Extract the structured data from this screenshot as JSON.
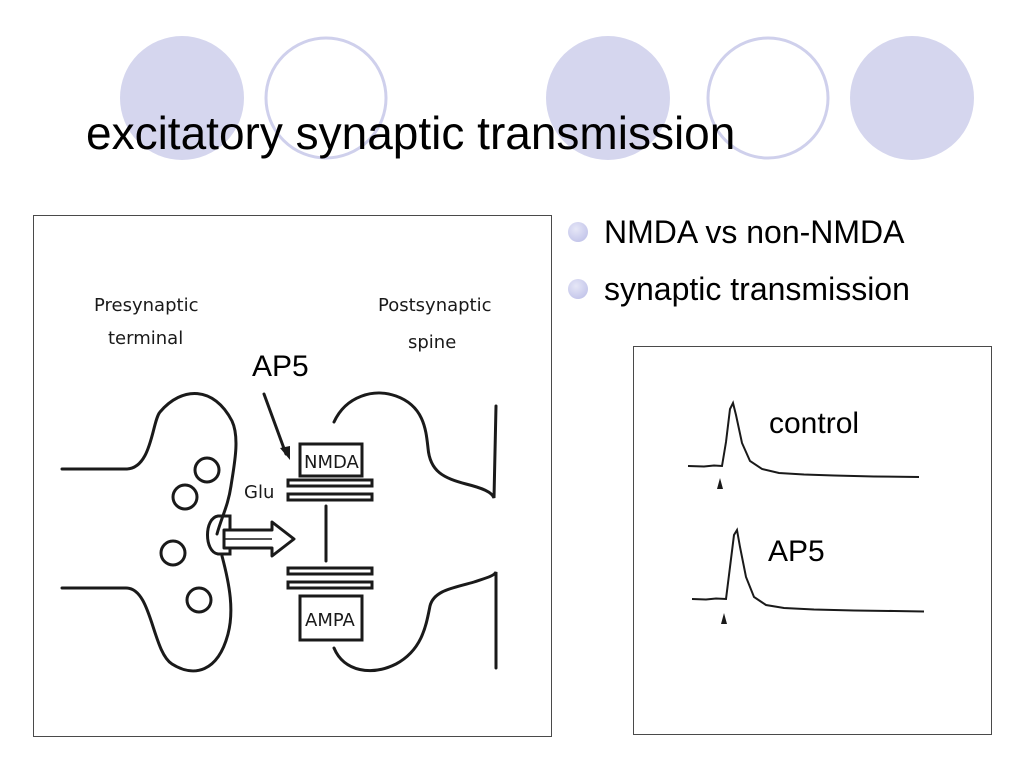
{
  "slide": {
    "title": "excitatory synaptic transmission",
    "bullets": [
      "NMDA vs non-NMDA",
      "synaptic transmission"
    ]
  },
  "synapse_diagram": {
    "presynaptic_line1": "Presynaptic",
    "presynaptic_line2": "terminal",
    "postsynaptic_line1": "Postsynaptic",
    "postsynaptic_line2": "spine",
    "blocker_label": "AP5",
    "transmitter_label": "Glu",
    "receptor_top": "NMDA",
    "receptor_bottom": "AMPA"
  },
  "epsp_traces": {
    "trace1_label": "control",
    "trace2_label": "AP5"
  },
  "colors": {
    "circle_fill": "#d5d6ee",
    "circle_outline": "#cfd0ec",
    "bullet": "#b9bbe6",
    "ink": "#1a1a1a"
  }
}
